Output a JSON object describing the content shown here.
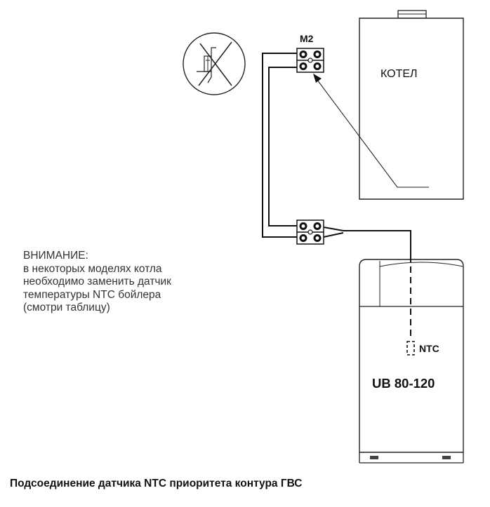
{
  "labels": {
    "terminal_block": "M2",
    "boiler": "КОТЕЛ",
    "sensor": "NTC",
    "tank_model": "UB 80-120"
  },
  "warning": {
    "title": "ВНИМАНИЕ:",
    "lines": [
      "в некоторых моделях котла",
      "необходимо заменить датчик",
      "температуры NTC бойлера",
      "(смотри таблицу)"
    ]
  },
  "caption": "Подсоединение датчика  NTC приоритета контура ГВС",
  "icons": {
    "prohibited_sensor": "crossed-out-thermostat-icon"
  }
}
